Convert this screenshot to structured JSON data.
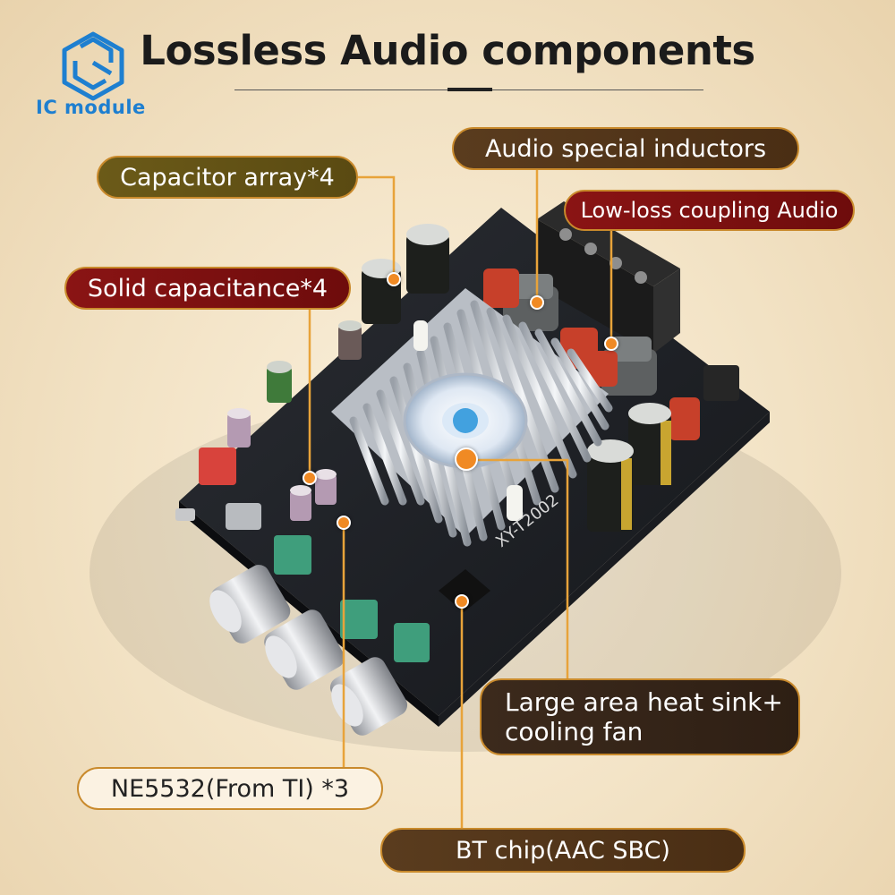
{
  "brand": {
    "name": "IC module",
    "logo": "hexagon-cube-logo",
    "accent": "#1e7fd0"
  },
  "title": "Lossless Audio components",
  "board": {
    "silkscreen_model": "XY-T2002"
  },
  "labels": {
    "capacitor_array": "Capacitor array*4",
    "solid_capacitance": "Solid capacitance*4",
    "audio_inductors": "Audio special inductors",
    "low_loss_coupling": "Low-loss coupling Audio",
    "heat_sink_line1": "Large area heat sink+",
    "heat_sink_line2": "cooling fan",
    "ne5532": "NE5532(From TI) *3",
    "bt_chip": "BT chip(AAC SBC)"
  },
  "colors": {
    "leader_line": "#e8a33a",
    "marker": "#f08a24",
    "pill_border": "#c98a2c"
  }
}
